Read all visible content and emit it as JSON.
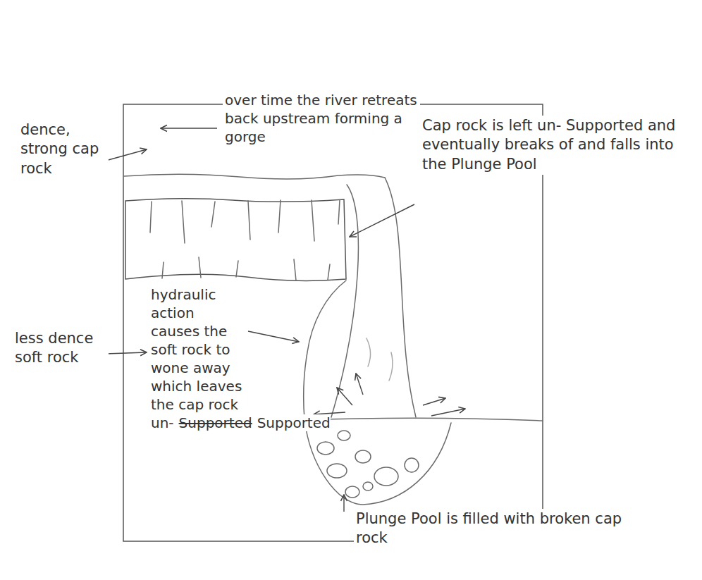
{
  "diagram": {
    "labels": [
      "over time the river retreats back upstream forming a gorge",
      "Cap rock is left un- Supported and eventually breaks of and falls into the Plunge Pool",
      "dence, strong cap rock",
      "less dence soft rock",
      "hydraulic action causes the soft rock to wone away which leaves the cap rock un-",
      "Supported",
      "Supported",
      "Plunge Pool is filled with broken cap rock"
    ]
  }
}
